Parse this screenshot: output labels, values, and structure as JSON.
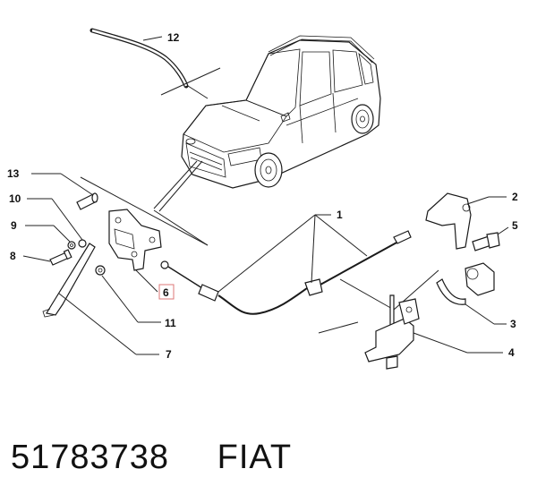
{
  "diagram": {
    "callouts": {
      "c1": "1",
      "c2": "2",
      "c3": "3",
      "c4": "4",
      "c5": "5",
      "c6": "6",
      "c7": "7",
      "c8": "8",
      "c9": "9",
      "c10": "10",
      "c11": "11",
      "c12": "12",
      "c13": "13"
    },
    "highlighted_callout": "6"
  },
  "footer": {
    "part_number": "51783738",
    "brand": "FIAT"
  }
}
